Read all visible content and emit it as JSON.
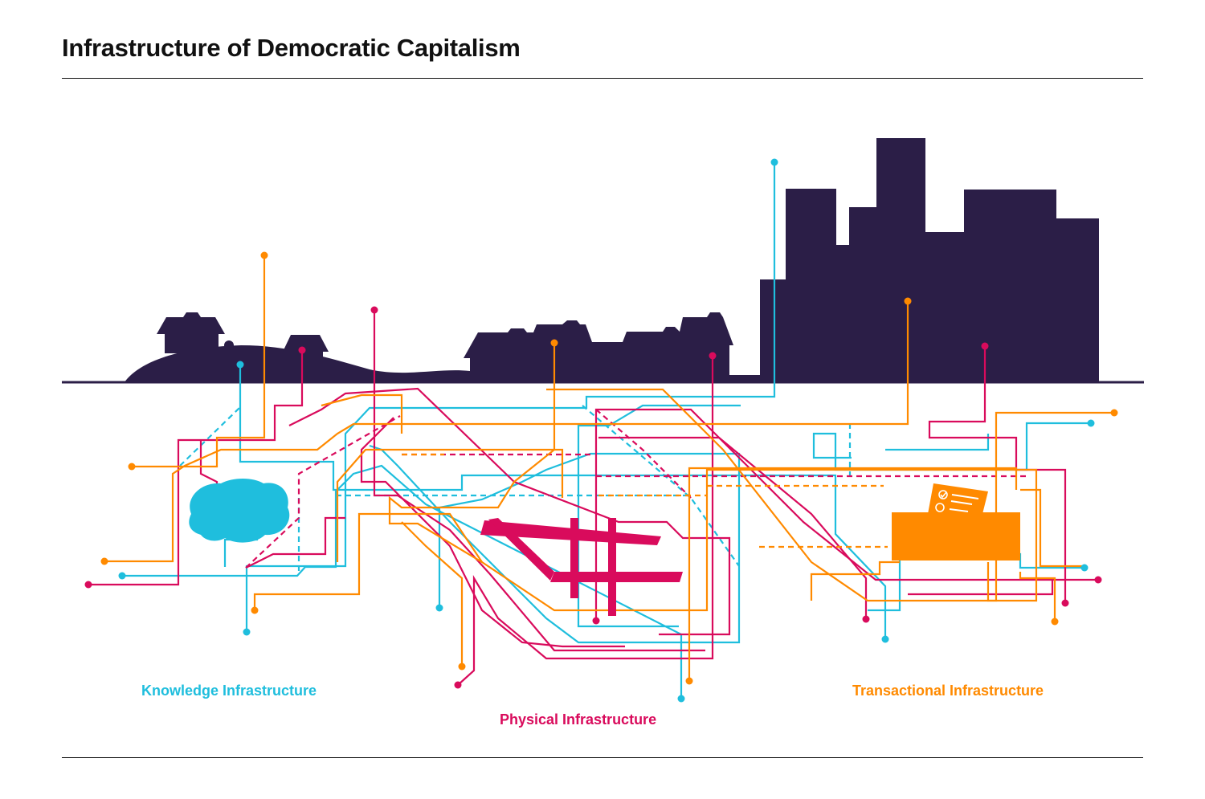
{
  "title": "Infrastructure of Democratic Capitalism",
  "colors": {
    "knowledge": "#1fbedd",
    "physical": "#d90b5c",
    "transactional": "#ff8a00",
    "skyline": "#2b1e47"
  },
  "legend": {
    "knowledge": "Knowledge Infrastructure",
    "physical": "Physical Infrastructure",
    "transactional": "Transactional Infrastructure"
  },
  "icons": {
    "knowledge": "brain-icon",
    "physical": "road-grid-icon",
    "transactional": "ballot-box-icon"
  }
}
